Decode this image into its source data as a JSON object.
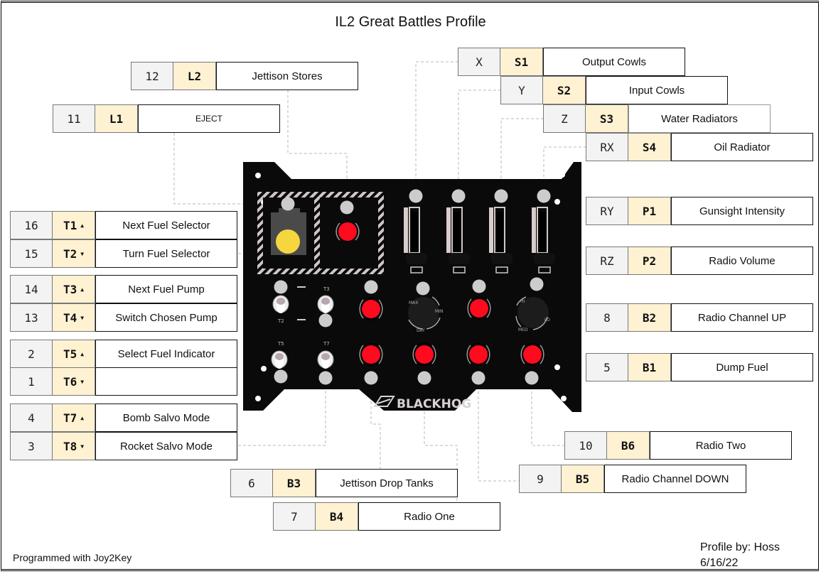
{
  "title": "IL2 Great Battles Profile",
  "accent_colors": {
    "number_cell": "#f3f3f3",
    "key_cell": "#fff2d3",
    "panel": "#0a0a0a",
    "button_red": "#ff0a1f",
    "lamp_yellow": "#f5d63e",
    "marker": "#cccccc"
  },
  "device": {
    "brand": "BLACKHOG",
    "toggle_labels": [
      "T2",
      "T3",
      "T5",
      "T7"
    ],
    "knob_labels": {
      "p1": [
        "MAX",
        "MIN",
        "DAY"
      ],
      "p2": [
        "HI",
        "LO",
        "MED"
      ]
    }
  },
  "mappings": {
    "top_left": [
      {
        "num": "12",
        "key": "L2",
        "action": "Jettison Stores"
      },
      {
        "num": "11",
        "key": "L1",
        "action": "EJECT"
      }
    ],
    "top_right": [
      {
        "num": "X",
        "key": "S1",
        "action": "Output Cowls"
      },
      {
        "num": "Y",
        "key": "S2",
        "action": "Input Cowls"
      },
      {
        "num": "Z",
        "key": "S3",
        "action": "Water Radiators"
      },
      {
        "num": "RX",
        "key": "S4",
        "action": "Oil Radiator"
      }
    ],
    "left_toggles": [
      {
        "num": "16",
        "key": "T1",
        "dir": "▲",
        "action": "Next Fuel Selector"
      },
      {
        "num": "15",
        "key": "T2",
        "dir": "▼",
        "action": "Turn Fuel Selector"
      },
      {
        "num": "14",
        "key": "T3",
        "dir": "▲",
        "action": "Next Fuel Pump"
      },
      {
        "num": "13",
        "key": "T4",
        "dir": "▼",
        "action": "Switch Chosen Pump"
      },
      {
        "num": "2",
        "key": "T5",
        "dir": "▲",
        "action": "Select Fuel Indicator"
      },
      {
        "num": "1",
        "key": "T6",
        "dir": "▼",
        "action": ""
      },
      {
        "num": "4",
        "key": "T7",
        "dir": "▲",
        "action": "Bomb Salvo Mode"
      },
      {
        "num": "3",
        "key": "T8",
        "dir": "▼",
        "action": "Rocket Salvo Mode"
      }
    ],
    "right": [
      {
        "num": "RY",
        "key": "P1",
        "action": "Gunsight Intensity"
      },
      {
        "num": "RZ",
        "key": "P2",
        "action": "Radio Volume"
      },
      {
        "num": "8",
        "key": "B2",
        "action": "Radio Channel UP"
      },
      {
        "num": "5",
        "key": "B1",
        "action": "Dump Fuel"
      }
    ],
    "bottom": [
      {
        "num": "10",
        "key": "B6",
        "action": "Radio Two"
      },
      {
        "num": "9",
        "key": "B5",
        "action": "Radio Channel DOWN"
      },
      {
        "num": "6",
        "key": "B3",
        "action": "Jettison Drop Tanks"
      },
      {
        "num": "7",
        "key": "B4",
        "action": "Radio One"
      }
    ]
  },
  "footer": {
    "left": "Programmed with Joy2Key",
    "author": "Profile by: Hoss",
    "date": "6/16/22"
  }
}
